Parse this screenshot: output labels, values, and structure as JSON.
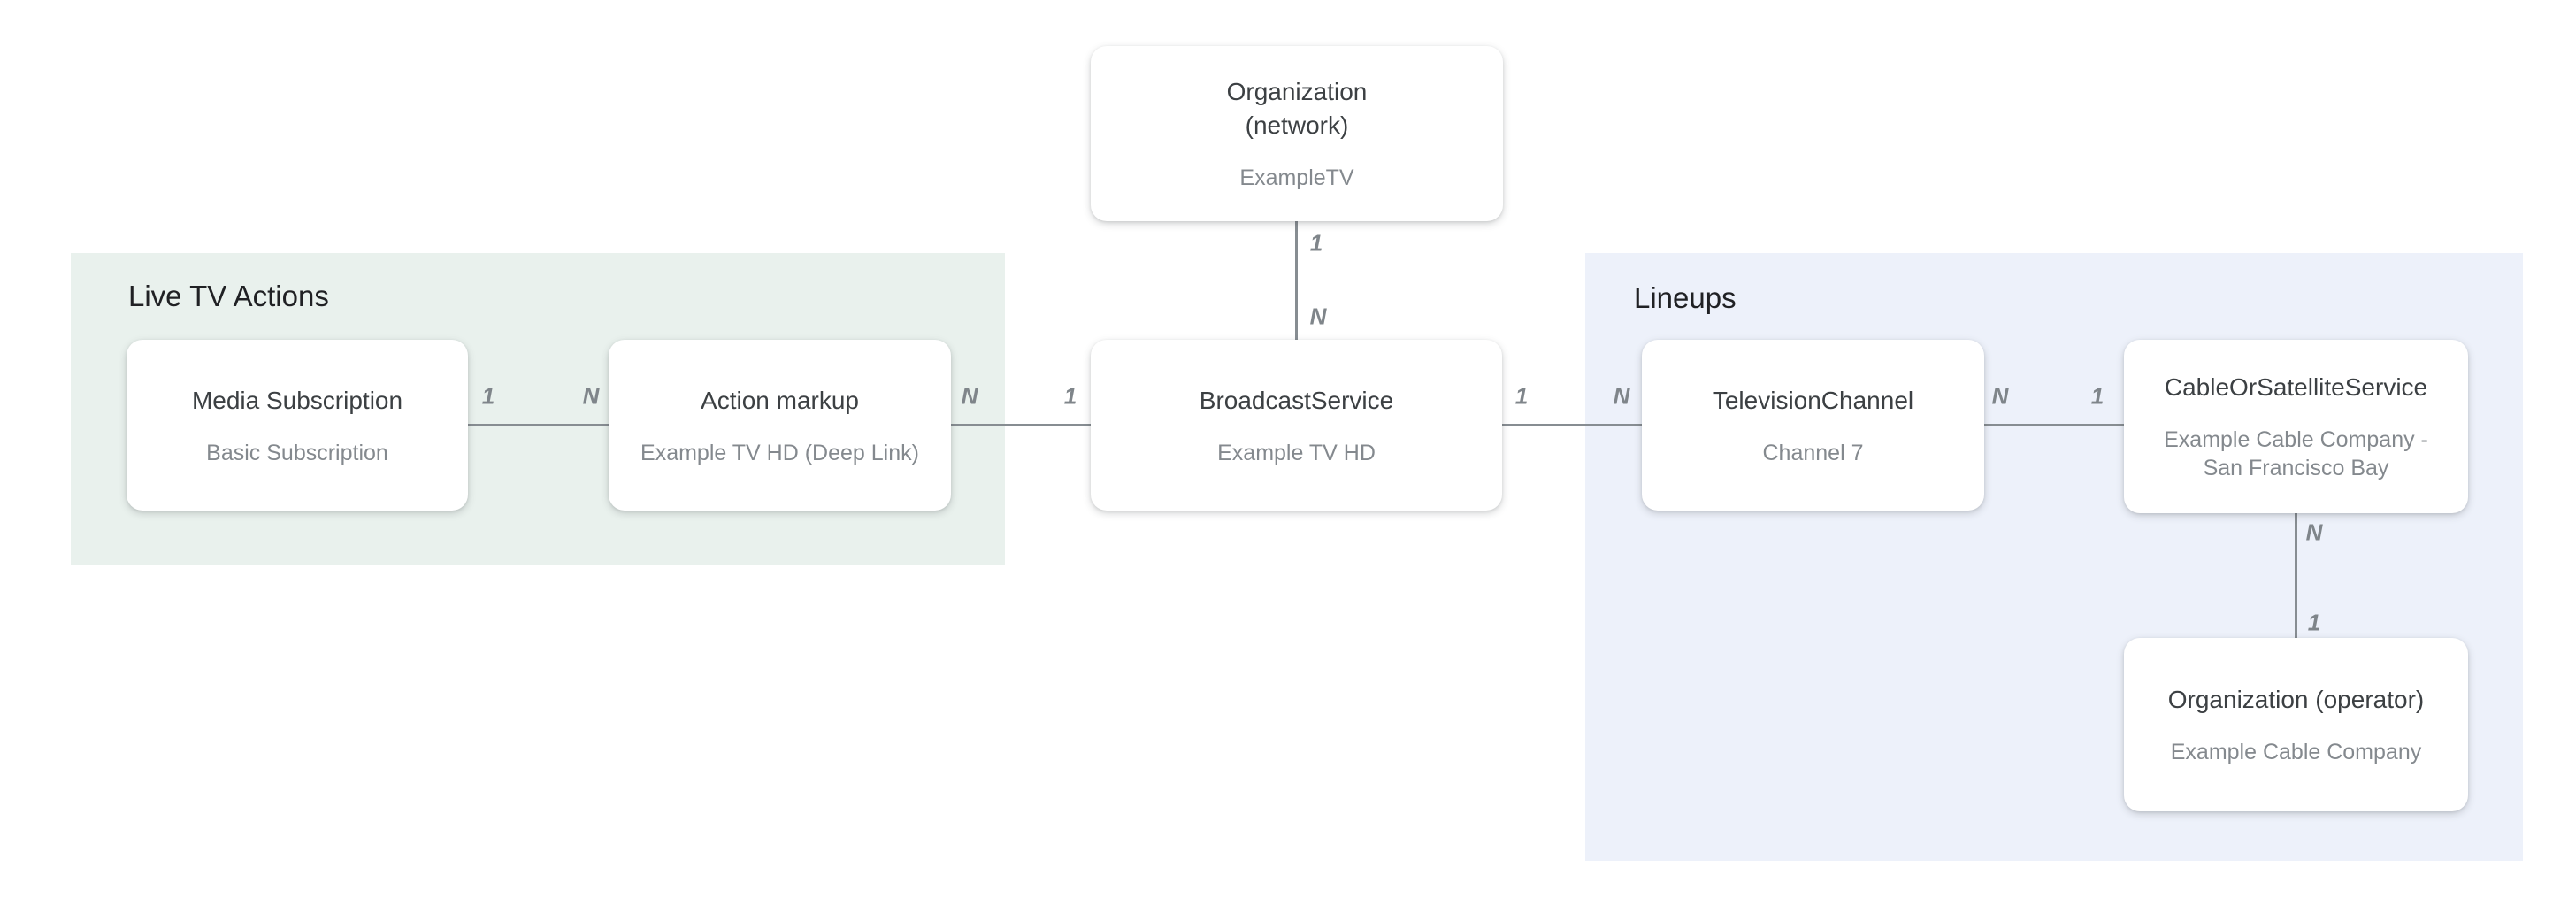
{
  "regions": {
    "live_tv_actions": {
      "title": "Live TV Actions"
    },
    "lineups": {
      "title": "Lineups"
    }
  },
  "nodes": {
    "org_network": {
      "title_line1": "Organization",
      "title_line2": "(network)",
      "subtitle": "ExampleTV"
    },
    "media_subscription": {
      "title": "Media Subscription",
      "subtitle": "Basic Subscription"
    },
    "action_markup": {
      "title": "Action markup",
      "subtitle": "Example TV HD (Deep Link)"
    },
    "broadcast_service": {
      "title": "BroadcastService",
      "subtitle": "Example TV HD"
    },
    "television_channel": {
      "title": "TelevisionChannel",
      "subtitle": "Channel 7"
    },
    "cable_or_satellite_service": {
      "title": "CableOrSatelliteService",
      "subtitle": "Example Cable Company - San Francisco Bay"
    },
    "org_operator": {
      "title": "Organization (operator)",
      "subtitle": "Example Cable Company"
    }
  },
  "edges": {
    "network_to_broadcast": {
      "start_label": "1",
      "end_label": "N"
    },
    "media_to_action": {
      "start_label": "1",
      "end_label": "N"
    },
    "action_to_broadcast": {
      "start_label": "N",
      "end_label": "1"
    },
    "broadcast_to_channel": {
      "start_label": "1",
      "end_label": "N"
    },
    "channel_to_cable": {
      "start_label": "N",
      "end_label": "1"
    },
    "cable_to_operator": {
      "start_label": "N",
      "end_label": "1"
    }
  },
  "colors": {
    "live_tv_actions_bg": "#e9f1ed",
    "lineups_bg": "#edf1fa",
    "node_bg": "#ffffff",
    "node_title_text": "#3c4043",
    "node_subtitle_text": "#84898e",
    "section_title_text": "#202124",
    "connector_line": "#878d92",
    "cardinality_label_text": "#7f858a"
  }
}
